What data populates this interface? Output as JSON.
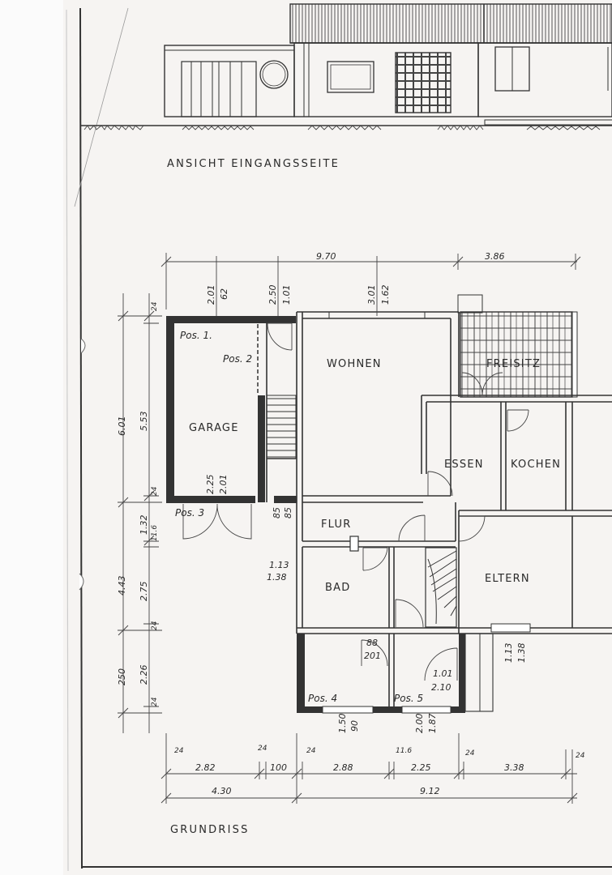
{
  "titles": {
    "elevation": "ANSICHT EINGANGSSEITE",
    "plan": "GRUNDRISS"
  },
  "rooms": {
    "wohnen": "WOHNEN",
    "freisitz": "FREISITZ",
    "garage": "GARAGE",
    "essen": "ESSEN",
    "kochen": "KOCHEN",
    "flur": "FLUR",
    "bad": "BAD",
    "eltern": "ELTERN"
  },
  "positions": {
    "pos1": "Pos. 1.",
    "pos2": "Pos. 2",
    "pos3": "Pos. 3",
    "pos4": "Pos. 4",
    "pos5": "Pos. 5"
  },
  "dims_top": {
    "d970": "9.70",
    "d386": "3.86",
    "garage_win_w": "2.01",
    "garage_win_h": "62",
    "entry_w": "2.50",
    "entry_h": "1.01",
    "living_w": "3.01",
    "living_h": "1.62"
  },
  "dims_left": {
    "d601": "6.01",
    "d553": "5.53",
    "d24a": "24",
    "d24b": "24",
    "d132": "1.32",
    "d116": "11.6",
    "d443": "4.43",
    "d275": "2.75",
    "d24c": "24",
    "d250": "250",
    "d226": "2.26",
    "d24d": "24"
  },
  "dims_inner": {
    "garage_door_w": "2.25",
    "garage_door_h": "2.01",
    "flur_a": "85",
    "flur_b": "85",
    "bad_w": "1.13",
    "bad_h": "1.38",
    "pos4_w": "88",
    "pos4_h": "201",
    "pos5_w": "1.01",
    "pos5_h": "2.10",
    "win4_w": "1.50",
    "win4_h": "90",
    "win5_w": "2.00",
    "win5_h": "1.87",
    "eltern_w": "1.13",
    "eltern_h": "1.38"
  },
  "dims_bottom": {
    "b24a": "24",
    "b24b": "24",
    "b24c": "24",
    "b116": "11.6",
    "b24d": "24",
    "b24e": "24",
    "b282": "2.82",
    "b100": "100",
    "b288": "2.88",
    "b225": "2.25",
    "b338": "3.38",
    "b430": "4.30",
    "b912": "9.12"
  }
}
